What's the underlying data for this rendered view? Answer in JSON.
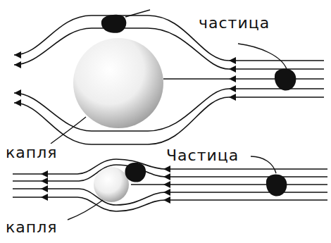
{
  "diagram": {
    "labels": [
      "частица",
      "капля",
      "Частица",
      "капля"
    ]
  }
}
